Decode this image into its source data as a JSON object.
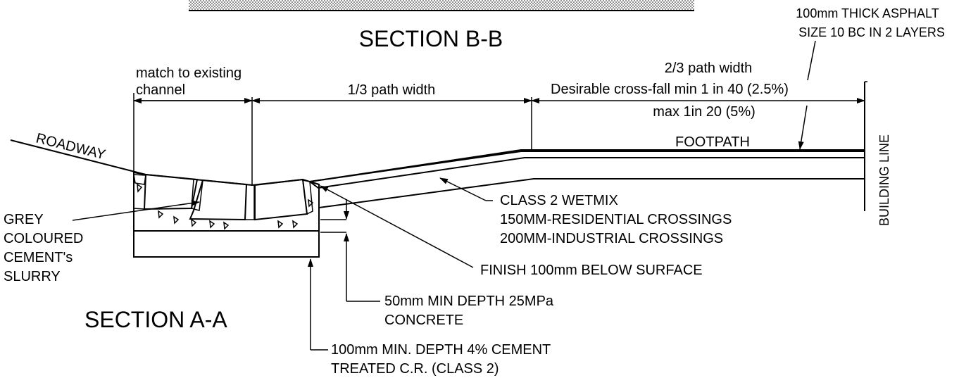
{
  "titles": {
    "section_bb": "SECTION B-B",
    "section_aa": "SECTION A-A"
  },
  "dimensions": {
    "match_line1": "match to existing",
    "match_line2": "channel",
    "one_third": "1/3 path width",
    "two_third": "2/3 path width",
    "crossfall": "Desirable cross-fall min 1 in 40 (2.5%)",
    "max_fall": "max 1in 20 (5%)"
  },
  "labels": {
    "asphalt_line1": "100mm THICK ASPHALT",
    "asphalt_line2": "SIZE 10 BC IN 2 LAYERS",
    "roadway": "ROADWAY",
    "footpath": "FOOTPATH",
    "building_line": "BUILDING LINE",
    "wetmix_line1": "CLASS 2 WETMIX",
    "wetmix_line2": "150MM-RESIDENTIAL CROSSINGS",
    "wetmix_line3": "200MM-INDUSTRIAL CROSSINGS",
    "finish": "FINISH 100mm BELOW SURFACE",
    "concrete_line1": "50mm MIN DEPTH 25MPa",
    "concrete_line2": "CONCRETE",
    "cement_line1": "100mm MIN. DEPTH 4% CEMENT",
    "cement_line2": "TREATED C.R. (CLASS 2)",
    "slurry_line1": "GREY",
    "slurry_line2": "COLOURED",
    "slurry_line3": "CEMENT's",
    "slurry_line4": "SLURRY"
  }
}
